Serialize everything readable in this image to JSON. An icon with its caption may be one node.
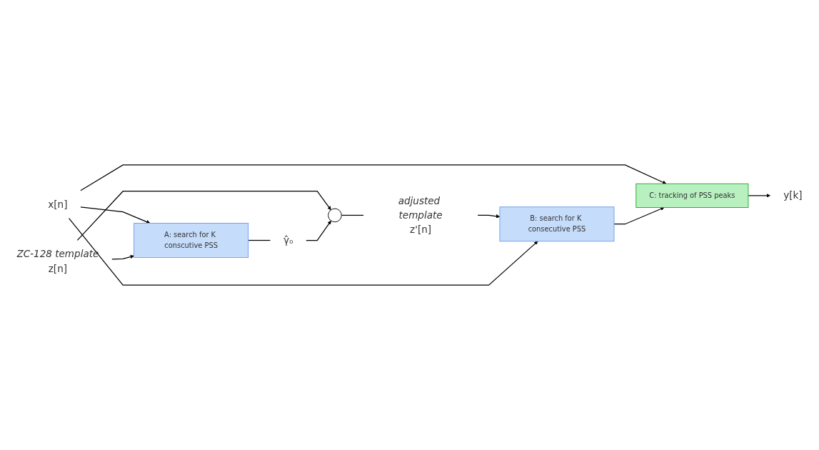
{
  "diagram": {
    "nodes": [
      {
        "text": [
          "x[n]"
        ]
      },
      {
        "text": [
          "z[n]"
        ],
        "beside": [
          "ZC-128 template"
        ]
      },
      {
        "text": [
          "A: search for K conscutive PSS"
        ]
      },
      {
        "text": [
          "γ̂₀"
        ]
      },
      {
        "text": [],
        "shape": "circle"
      },
      {
        "text": [
          "z'[n]"
        ],
        "beside": [
          "adjusted template"
        ]
      },
      {
        "text": [
          "B: search for K consecutive PSS"
        ]
      },
      {
        "text": [
          "C: tracking of PSS peaks"
        ]
      },
      {
        "text": [
          "y[k]"
        ]
      }
    ],
    "edges": [
      {
        "from": 0,
        "to": 2,
        "arrow": "to"
      },
      {
        "from": 1,
        "to": 2,
        "arrow": "to"
      },
      {
        "from": 1,
        "to": 4,
        "arrow": "to"
      },
      {
        "from": 2,
        "to": 3,
        "arrow": "none"
      },
      {
        "from": 3,
        "to": 4,
        "arrow": "to"
      },
      {
        "from": 4,
        "to": 5,
        "arrow": "none"
      },
      {
        "from": 5,
        "to": 6,
        "arrow": "to"
      },
      {
        "from": 0,
        "to": 6,
        "arrow": "to"
      },
      {
        "from": 0,
        "to": 7,
        "arrow": "to"
      },
      {
        "from": 6,
        "to": 7,
        "arrow": "to"
      },
      {
        "from": 7,
        "to": 8,
        "arrow": "to"
      }
    ]
  }
}
